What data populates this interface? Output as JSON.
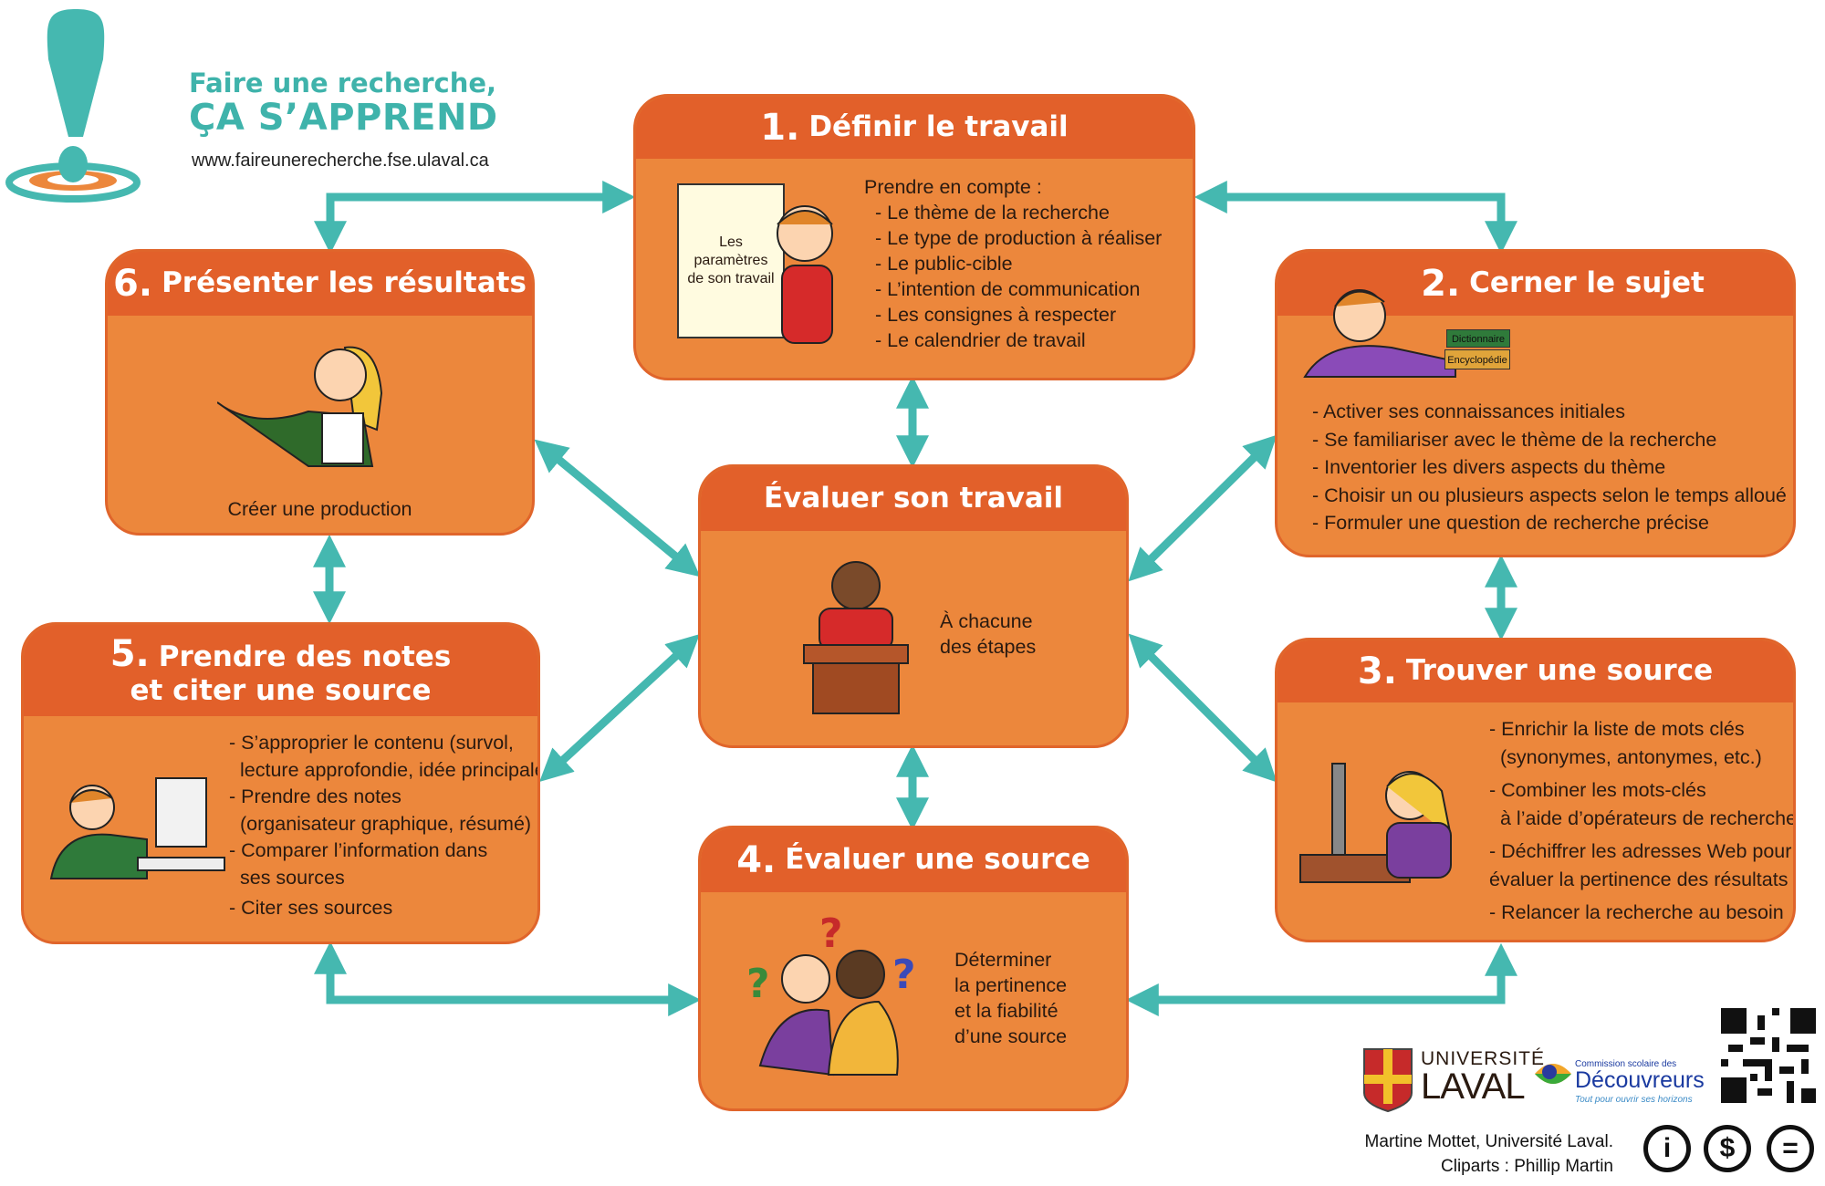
{
  "brand": {
    "line1": "Faire une recherche,",
    "line2": "ÇA S’APPREND",
    "url": "www.faireunerecherche.fse.ulaval.ca"
  },
  "colors": {
    "header": "#e2602a",
    "body": "#ec873c",
    "arrow": "#45b8b0",
    "brand": "#3fb3ab"
  },
  "steps": {
    "s1": {
      "num": "1.",
      "title": "Définir le travail",
      "paper": "Les paramètres de son travail",
      "intro": "Prendre en compte :",
      "items": [
        "- Le thème de la recherche",
        "- Le type de production à réaliser",
        "- Le public-cible",
        "- L’intention de communication",
        "- Les consignes à respecter",
        "- Le calendrier de travail"
      ]
    },
    "s2": {
      "num": "2.",
      "title": "Cerner le sujet",
      "book1": "Dictionnaire",
      "book2": "Encyclopédie",
      "items": [
        "- Activer ses connaissances initiales",
        "- Se familiariser avec le thème de la recherche",
        "- Inventorier les divers aspects du thème",
        "- Choisir un ou plusieurs aspects selon le temps alloué",
        "- Formuler une question de recherche précise"
      ]
    },
    "s3": {
      "num": "3.",
      "title": "Trouver une source",
      "items": [
        "- Enrichir la liste de mots clés",
        "  (synonymes, antonymes, etc.)",
        "- Combiner les mots-clés",
        "  à l’aide d’opérateurs de recherche",
        "- Déchiffrer les adresses Web pour",
        "  évaluer la pertinence des résultats",
        "- Relancer la recherche au besoin"
      ]
    },
    "s4": {
      "num": "4.",
      "title": "Évaluer une source",
      "items": [
        "Déterminer",
        "la pertinence",
        "et la fiabilité",
        "d’une source"
      ]
    },
    "s5": {
      "num": "5.",
      "title1": "Prendre des notes",
      "title2": "et citer une source",
      "items": [
        "- S’approprier le contenu (survol,",
        "  lecture approfondie, idée principale)",
        "- Prendre des notes",
        "  (organisateur graphique, résumé)",
        "- Comparer l’information dans",
        "  ses sources",
        "- Citer ses sources"
      ]
    },
    "s6": {
      "num": "6.",
      "title": "Présenter les résultats",
      "caption": "Créer une production"
    },
    "center": {
      "title": "Évaluer son travail",
      "items": [
        "À chacune",
        "des étapes"
      ]
    }
  },
  "footer": {
    "ul_line1": "UNIVERSITÉ",
    "ul_line2": "LAVAL",
    "csd_line1": "Commission scolaire des",
    "csd_line2": "Découvreurs",
    "csd_tagline": "Tout pour ouvrir ses horizons",
    "credit1": "Martine Mottet, Université Laval.",
    "credit2": "Cliparts : Phillip Martin",
    "license_icons": [
      "cc-by-icon",
      "cc-nc-icon",
      "cc-nd-icon"
    ]
  }
}
